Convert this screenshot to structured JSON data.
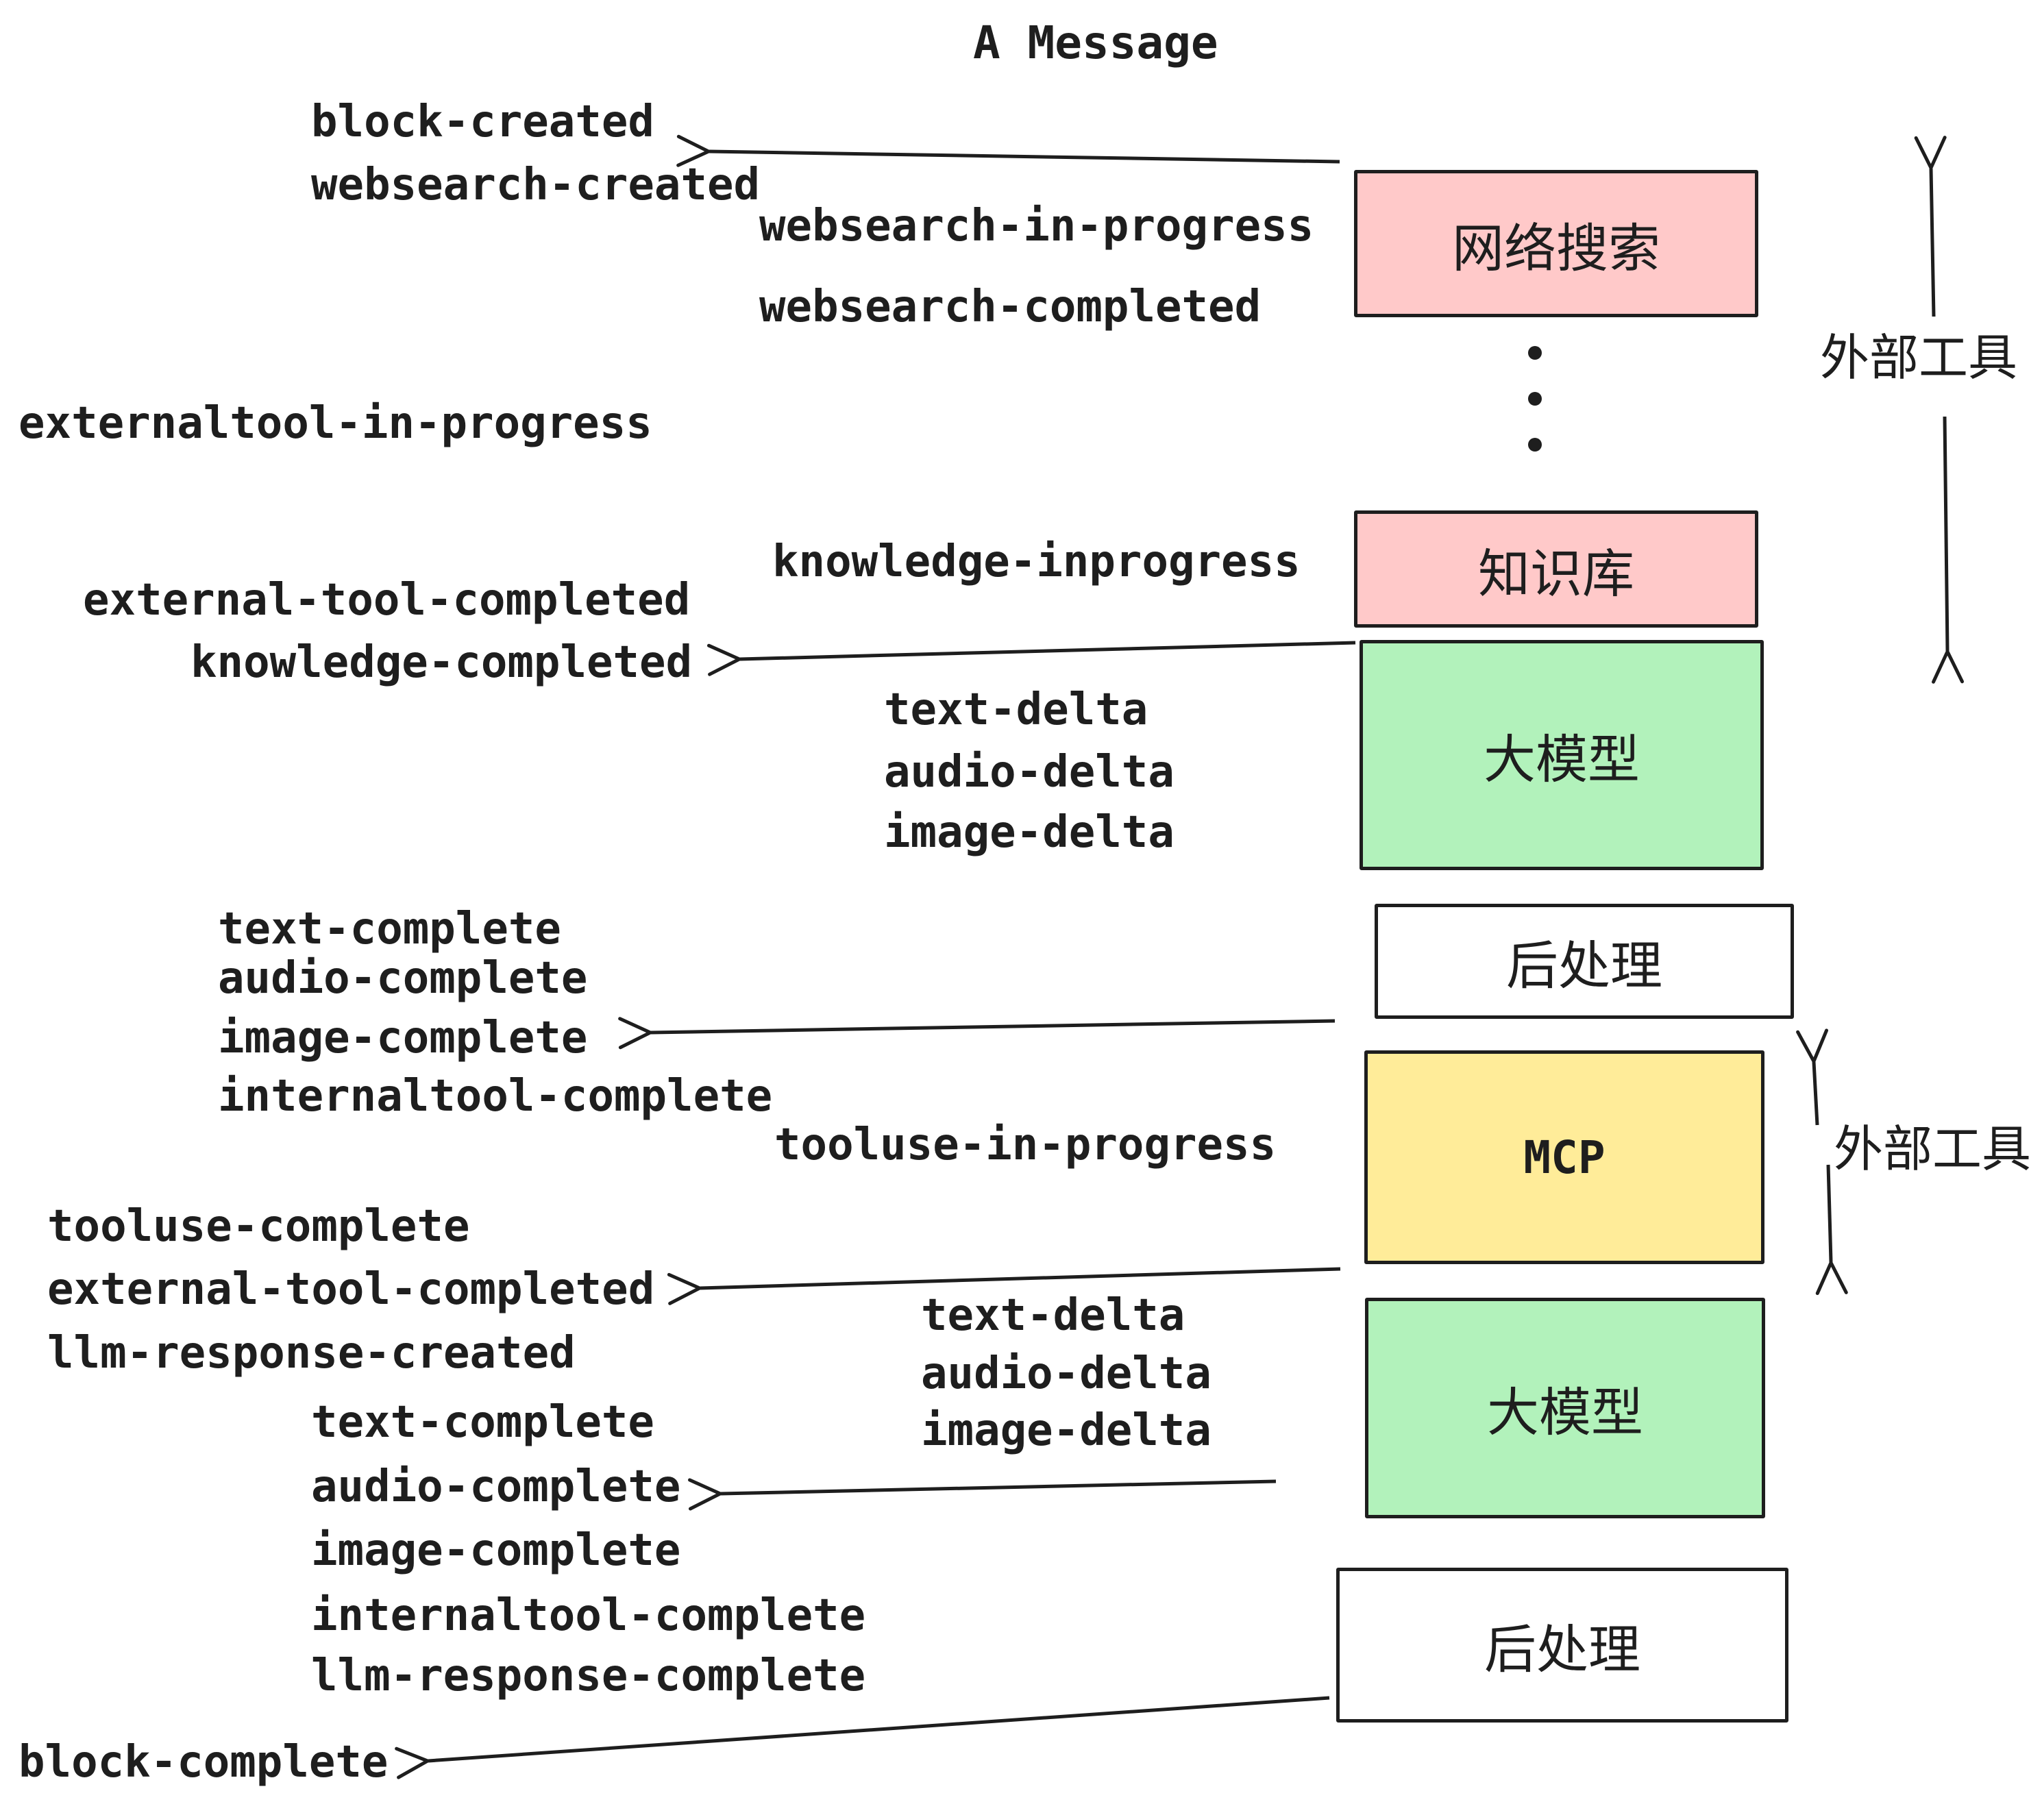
{
  "title": "A Message",
  "colors": {
    "pink": "#ffc9c9",
    "green": "#b2f2bb",
    "yellow": "#ffec99",
    "white": "#ffffff",
    "ink": "#1e1e1e"
  },
  "events": {
    "block_created": "block-created",
    "websearch_created": "websearch-created",
    "websearch_in_progress": "websearch-in-progress",
    "websearch_completed": "websearch-completed",
    "externaltool_in_progress": "externaltool-in-progress",
    "knowledge_inprogress": "knowledge-inprogress",
    "external_tool_completed": "external-tool-completed",
    "knowledge_completed": "knowledge-completed",
    "text_delta": "text-delta",
    "audio_delta": "audio-delta",
    "image_delta": "image-delta",
    "text_complete": "text-complete",
    "audio_complete": "audio-complete",
    "image_complete": "image-complete",
    "internaltool_complete": "internaltool-complete",
    "tooluse_in_progress": "tooluse-in-progress",
    "tooluse_complete": "tooluse-complete",
    "llm_response_created": "llm-response-created",
    "llm_response_complete": "llm-response-complete",
    "block_complete": "block-complete"
  },
  "boxes": {
    "websearch": "网络搜索",
    "knowledge": "知识库",
    "llm": "大模型",
    "postprocess": "后处理",
    "mcp": "MCP"
  },
  "side_labels": {
    "external_tools": "外部工具"
  }
}
